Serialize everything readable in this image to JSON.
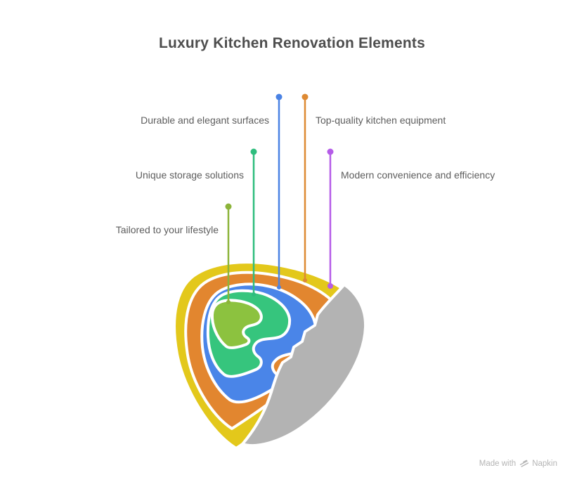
{
  "title": "Luxury Kitchen Renovation Elements",
  "diagram": {
    "layers": [
      {
        "name": "layer-outermost",
        "color": "#e3c81b"
      },
      {
        "name": "layer-4",
        "color": "#e2862f"
      },
      {
        "name": "layer-3",
        "color": "#4a85e8"
      },
      {
        "name": "layer-2",
        "color": "#36c57d"
      },
      {
        "name": "layer-innermost",
        "color": "#8cc23f"
      }
    ],
    "cut_face_color": "#b3b3b3",
    "callouts": [
      {
        "label": "Tailored to your lifestyle",
        "color": "#8cb43a",
        "side": "left"
      },
      {
        "label": "Unique storage solutions",
        "color": "#2ebd7d",
        "side": "left"
      },
      {
        "label": "Durable and elegant surfaces",
        "color": "#4a82e4",
        "side": "left"
      },
      {
        "label": "Top-quality kitchen equipment",
        "color": "#de8a33",
        "side": "right"
      },
      {
        "label": "Modern convenience and efficiency",
        "color": "#b55ce8",
        "side": "right"
      }
    ]
  },
  "watermark": {
    "prefix": "Made with",
    "brand": "Napkin"
  }
}
